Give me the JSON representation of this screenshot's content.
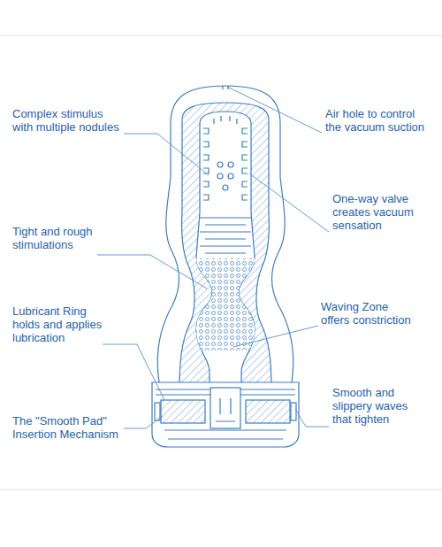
{
  "diagram": {
    "labels": [
      "Complex stimulus with multiple nodules",
      "Air hole to control the vacuum suction",
      "One-way valve creates vacuum sensation",
      "Tight and rough stimulations",
      "Waving Zone offers constriction",
      "Lubricant Ring holds and applies lubrication",
      "Smooth and slippery waves that tighten",
      "The \"Smooth Pad\" Insertion Mechanism"
    ]
  }
}
